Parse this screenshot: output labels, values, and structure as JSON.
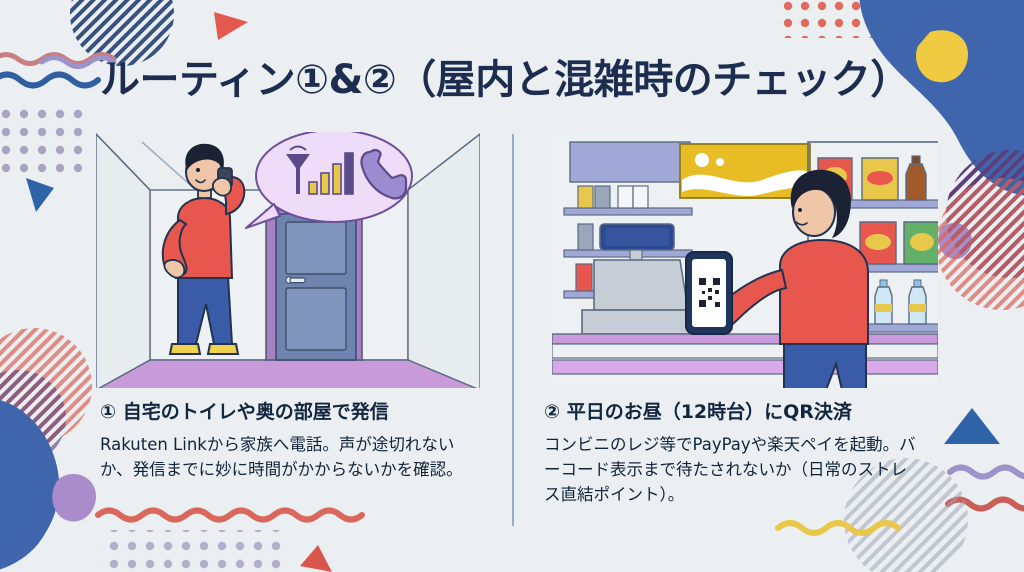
{
  "slide": {
    "title": "ルーティン①&②（屋内と混雑時のチェック）",
    "background_color": "#eceff1",
    "title_color": "#1d2d50",
    "divider_color": "#7d93b8"
  },
  "panels": [
    {
      "id": "panel-left",
      "illustration_name": "person-on-phone-indoors",
      "illustration_alt": "赤いトップスの人物が室内でスマートフォンで通話し、吹き出しにアンテナ・電波バー・受話器アイコンが表示されている",
      "caption_heading": "① 自宅のトイレや奥の部屋で発信",
      "caption_body": "Rakuten Linkから家族へ電話。声が途切れないか、発信までに妙に時間がかからないかを確認。",
      "speech_bubble_icons": [
        "antenna-icon",
        "signal-bars-icon",
        "phone-handset-icon"
      ],
      "colors": {
        "shirt": "#e8574e",
        "pants": "#3a5ba8",
        "shoes": "#f0d24f",
        "hair": "#1b2233",
        "floor": "#c89ada",
        "wall": "#eef1f3",
        "door": "#6e84ae",
        "door_frame": "#a77fc4",
        "bubble": "#efdcf8"
      }
    },
    {
      "id": "panel-right",
      "illustration_name": "qr-payment-at-convenience-store",
      "illustration_alt": "コンビニのレジ前で赤いトップスの人物がQRコードを表示したスマートフォンを掲げている",
      "caption_heading": "② 平日のお昼（12時台）にQR決済",
      "caption_body": "コンビニのレジ等でPayPayや楽天ペイを起動。バーコード表示まで待たされないか（日常のストレス直結ポイント）。",
      "phone_screen_icon": "qr-code-icon",
      "colors": {
        "shirt": "#e8574e",
        "pants": "#3a5ba8",
        "hair": "#1b2233",
        "counter": "#c89ada",
        "shelf": "#9fa8d6",
        "sign": "#e8bc24",
        "register": "#c6cdd6",
        "display": "#2b4a94",
        "phone_frame": "#20355c"
      }
    }
  ],
  "decorations": {
    "navy_stripe_circle": "#2f4a7a",
    "red_stripe_circle": "#d9675c",
    "purple_stripe_circle": "#5c3f7a",
    "gray_stripe_circle": "#8f98a8",
    "blue_blob": "#3f66ad",
    "yellow_blob": "#f0cb41",
    "purple_blob": "#a98cc9",
    "red_triangle": "#e4594d",
    "blue_triangle": "#2e63a8",
    "red_wave": "#d9675c",
    "blue_wave": "#2f5f9e",
    "purple_wave": "#9c93c8",
    "yellow_wave": "#e8c84a",
    "purple_dots": "#a9a4c4",
    "red_dots": "#e06a5c"
  }
}
